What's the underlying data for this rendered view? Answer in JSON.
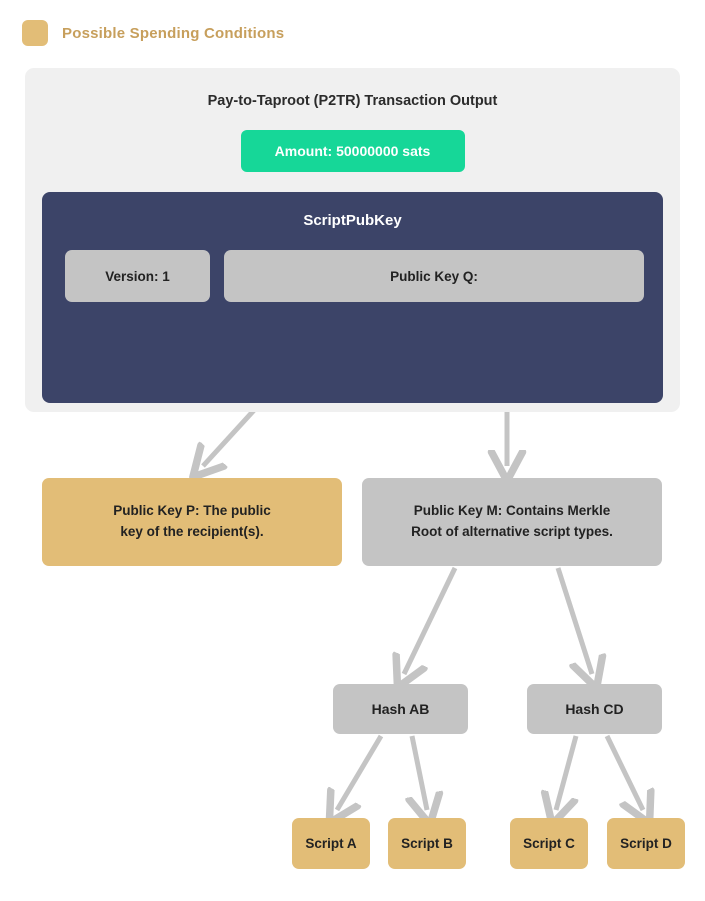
{
  "legend": {
    "swatch_color": "#e2bd77",
    "label": "Possible Spending Conditions",
    "label_color": "#c79f5c"
  },
  "transaction_card": {
    "title": "Pay-to-Taproot (P2TR) Transaction Output",
    "background": "#f0f0f0",
    "amount_badge": {
      "label": "Amount: 50000000 sats",
      "color": "#16d798",
      "text_color": "#ffffff"
    },
    "scriptpubkey": {
      "title": "ScriptPubKey",
      "background": "#3c4468",
      "fields": [
        {
          "label": "Version: 1"
        },
        {
          "label": "Public Key Q:"
        }
      ]
    }
  },
  "tree": {
    "level_1": [
      {
        "label": "Public Key P: The public key of the recipient(s).",
        "line_1": "Public Key P: The public",
        "line_2": "key of the recipient(s).",
        "color": "#e2bd77"
      },
      {
        "label": "Public Key M: Contains Merkle Root of alternative script types.",
        "line_1": "Public Key M: Contains Merkle",
        "line_2": "Root of alternative script types.",
        "color": "#c4c4c4"
      }
    ],
    "level_2": [
      {
        "label": "Hash AB",
        "color": "#c4c4c4"
      },
      {
        "label": "Hash CD",
        "color": "#c4c4c4"
      }
    ],
    "level_3": [
      {
        "label": "Script A",
        "color": "#e2bd77"
      },
      {
        "label": "Script B",
        "color": "#e2bd77"
      },
      {
        "label": "Script C",
        "color": "#e2bd77"
      },
      {
        "label": "Script D",
        "color": "#e2bd77"
      }
    ],
    "arrow_color": "#c4c4c4"
  }
}
